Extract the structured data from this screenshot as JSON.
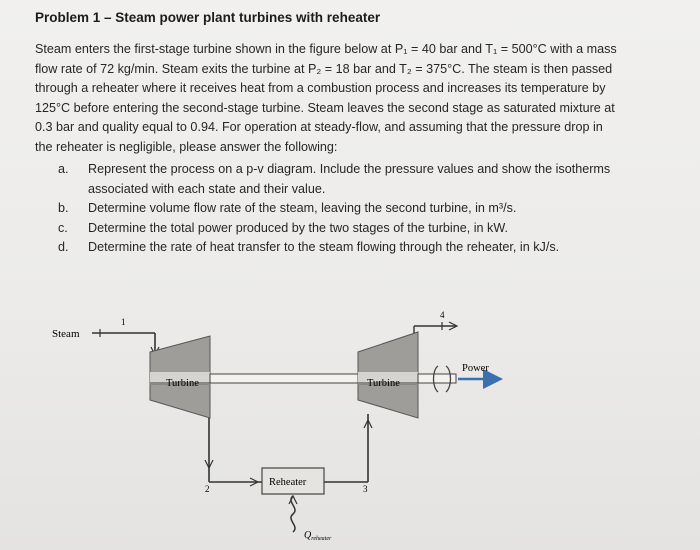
{
  "problem": {
    "title": "Problem 1 – Steam power plant turbines with reheater",
    "paragraph_lines": [
      "Steam enters the first-stage turbine shown in the figure below at P₁ = 40 bar and T₁ = 500°C with a mass",
      "flow rate of 72 kg/min. Steam exits the turbine at P₂ = 18 bar and T₂ = 375°C. The steam is then passed",
      "through a reheater where it receives heat from a combustion process and increases its temperature by",
      "125°C before entering the second-stage turbine. Steam leaves the second stage as saturated mixture at",
      "0.3 bar and quality equal to 0.94. For operation at steady-flow, and assuming that the pressure drop in",
      "the reheater is negligible, please answer the following:"
    ],
    "items": [
      {
        "letter": "a.",
        "lines": [
          "Represent the process on a p-v diagram.  Include the pressure values and show the isotherms",
          "associated with each state and their value."
        ]
      },
      {
        "letter": "b.",
        "lines": [
          "Determine volume flow rate of the steam, leaving the second turbine, in m³/s."
        ]
      },
      {
        "letter": "c.",
        "lines": [
          "Determine the total power produced by the two stages of the turbine, in kW."
        ]
      },
      {
        "letter": "d.",
        "lines": [
          "Determine the rate of heat transfer to the steam flowing through the reheater, in kJ/s."
        ]
      }
    ]
  },
  "diagram": {
    "steam_label": "Steam",
    "turbine1_label": "Turbine",
    "turbine2_label": "Turbine",
    "reheater_label": "Reheater",
    "power_label": "Power",
    "q_label": "Q",
    "q_subscript": "reheater",
    "state_1": "1",
    "state_2": "2",
    "state_3": "3",
    "state_4": "4",
    "colors": {
      "turbine_fill": "#9e9d9a",
      "turbine_band": "#dcdad6",
      "pipe": "#333333",
      "arrow": "#3a6fb0",
      "reheater_fill": "#e6e4e0"
    }
  }
}
